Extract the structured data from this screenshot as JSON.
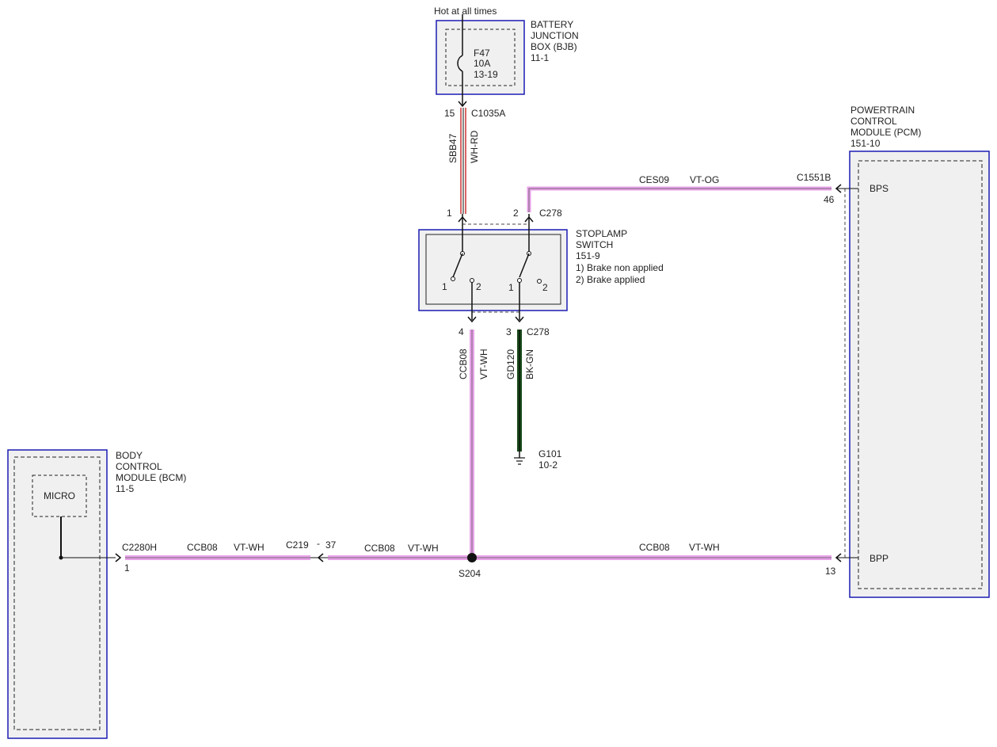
{
  "colors": {
    "module_border": "#1c1cb4",
    "module_fill": "#f0f0f0",
    "wire_vt": "#e8a2e8",
    "wire_wh_rd": "#cc3333",
    "wire_bk_gn": "#1a4a1a",
    "line": "#111111"
  },
  "battery": {
    "feed": "Hot at all times",
    "name": [
      "BATTERY",
      "JUNCTION",
      "BOX (BJB)"
    ],
    "ref": "11-1",
    "fuse": [
      "F47",
      "10A",
      "13-19"
    ],
    "pin": "15",
    "connector": "C1035A"
  },
  "wire_sbb47": {
    "circuit": "SBB47",
    "color": "WH-RD"
  },
  "stoplamp": {
    "name": [
      "STOPLAMP",
      "SWITCH"
    ],
    "ref": "151-9",
    "notes": [
      "1) Brake non applied",
      "2) Brake applied"
    ],
    "pin_top_left": "1",
    "pin_top_right": "2",
    "connector_top": "C278",
    "switch_left_pos1": "1",
    "switch_left_pos2": "2",
    "switch_right_pos1": "1",
    "switch_right_pos2": "2",
    "pin_bottom_left": "4",
    "pin_bottom_right": "3",
    "connector_bottom": "C278"
  },
  "wire_ces09": {
    "circuit": "CES09",
    "color": "VT-OG"
  },
  "pcm": {
    "name": [
      "POWERTRAIN",
      "CONTROL",
      "MODULE (PCM)"
    ],
    "ref": "151-10",
    "connector": "C1551B",
    "pin_bps": "46",
    "label_bps": "BPS",
    "pin_bpp": "13",
    "label_bpp": "BPP"
  },
  "wire_ccb08_vertical": {
    "circuit": "CCB08",
    "color": "VT-WH"
  },
  "wire_gd120": {
    "circuit": "GD120",
    "color": "BK-GN"
  },
  "ground": {
    "name": "G101",
    "ref": "10-2"
  },
  "bcm": {
    "name": [
      "BODY",
      "CONTROL",
      "MODULE (BCM)"
    ],
    "ref": "11-5",
    "micro": "MICRO",
    "connector": "C2280H",
    "pin": "1"
  },
  "wire_ccb08_left": {
    "circuit": "CCB08",
    "color": "VT-WH"
  },
  "c219": {
    "connector": "C219",
    "dash": "-",
    "pin": "37"
  },
  "wire_ccb08_mid": {
    "circuit": "CCB08",
    "color": "VT-WH"
  },
  "splice": "S204",
  "wire_ccb08_right": {
    "circuit": "CCB08",
    "color": "VT-WH"
  }
}
